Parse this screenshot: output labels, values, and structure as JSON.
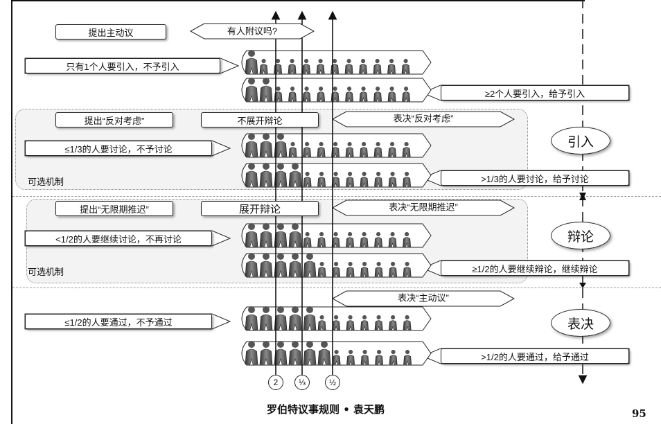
{
  "phases": {
    "intro": "引入",
    "debate": "辩论",
    "vote": "表决"
  },
  "optional_label": "可选机制",
  "labels": {
    "propose_motion": "提出主动议",
    "any_second": "有人附议吗?",
    "only_one_intro": "只有1个人要引入，不予引入",
    "two_intro": "≥2个人要引入，给予引入",
    "propose_object": "提出“反对考虑”",
    "no_debate": "不展开辩论",
    "vote_object": "表决“反对考虑”",
    "le_third_no": "≤1/3的人要讨论，不予讨论",
    "gt_third_yes": ">1/3的人要讨论，给予讨论",
    "propose_postpone": "提出“无限期推迟”",
    "start_debate": "展开辩论",
    "vote_postpone": "表决“无限期推迟”",
    "lt_half_stop": "<1/2的人要继续讨论，不再讨论",
    "ge_half_continue": "≥1/2的人要继续辩论，继续辩论",
    "vote_main": "表决“主动议”",
    "le_half_fail": "≤1/2的人要通过，不予通过",
    "gt_half_pass": ">1/2的人要通过，给予通过"
  },
  "markers": [
    "2",
    "⅓",
    "½"
  ],
  "rows": [
    {
      "name": "row-one-supporter",
      "tall": 1
    },
    {
      "name": "row-two-supporters",
      "tall": 2
    },
    {
      "name": "row-third-no",
      "tall": 3
    },
    {
      "name": "row-third-yes",
      "tall": 4
    },
    {
      "name": "row-half-stop",
      "tall": 4
    },
    {
      "name": "row-half-continue",
      "tall": 5
    },
    {
      "name": "row-vote-fail",
      "tall": 5
    },
    {
      "name": "row-vote-pass",
      "tall": 6
    }
  ],
  "group_size": 12,
  "footer": "罗伯特议事规则 • 袁天鹏",
  "page_number": "95"
}
